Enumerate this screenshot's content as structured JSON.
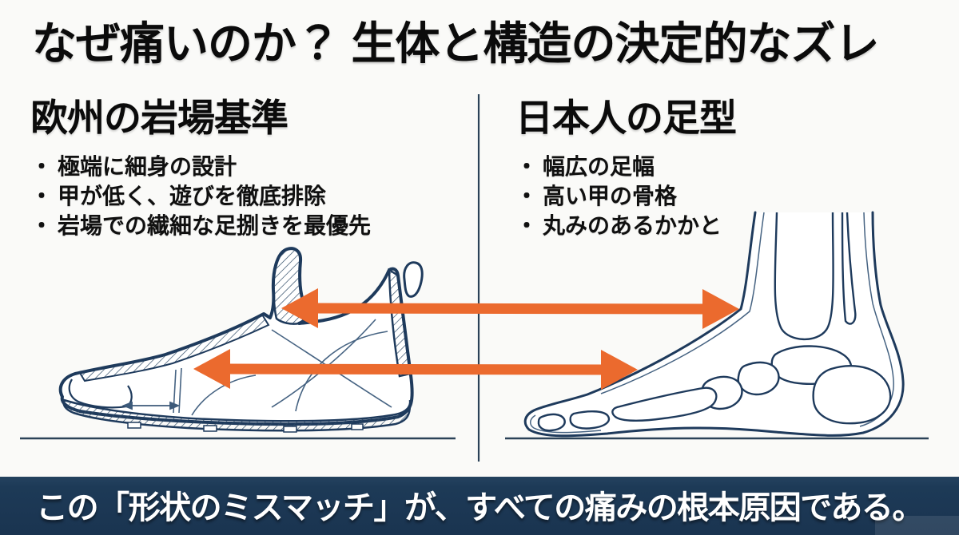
{
  "title": "なぜ痛いのか？ 生体と構造の決定的なズレ",
  "left_panel": {
    "heading": "欧州の岩場基準",
    "bullet": "・",
    "items": [
      "極端に細身の設計",
      "甲が低く、遊びを徹底排除",
      "岩場での繊細な足捌きを最優先"
    ]
  },
  "right_panel": {
    "heading": "日本人の足型",
    "bullet": "・",
    "items": [
      "幅広の足幅",
      "高い甲の骨格",
      "丸みのあるかかと"
    ]
  },
  "footer": {
    "message": "この「形状のミスマッチ」が、すべての痛みの根本原因である。"
  },
  "illustrations": {
    "left": "climbing-shoe-side-view-line-drawing",
    "right": "foot-skeleton-side-view-line-drawing",
    "arrows": "orange-double-headed-width-comparison-arrows"
  },
  "colors": {
    "accent_orange": "#EB6A2E",
    "ink_navy": "#1E3A5C",
    "footer_bg": "#1D3A57",
    "background": "#FAFAF8",
    "text": "#111111",
    "footer_text": "#FFFFFF"
  }
}
